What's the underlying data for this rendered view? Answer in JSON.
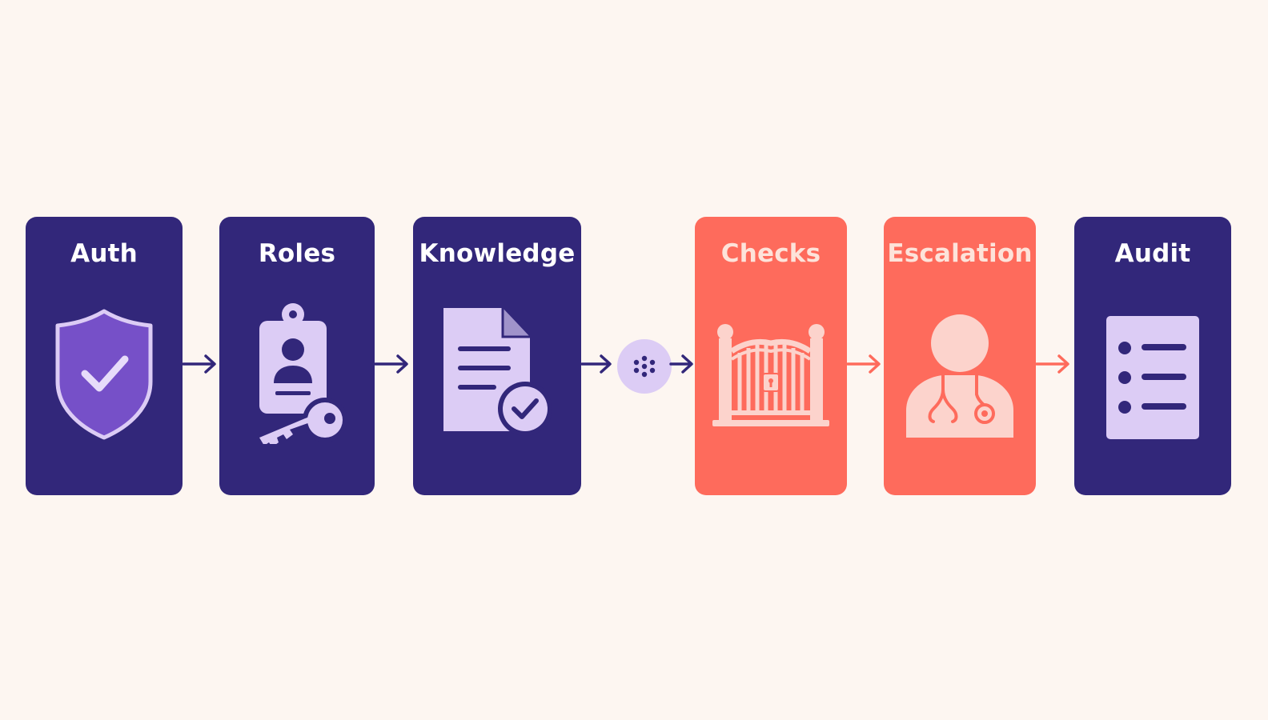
{
  "steps": [
    {
      "title": "Auth",
      "icon": "shield-check-icon",
      "theme": "dark"
    },
    {
      "title": "Roles",
      "icon": "id-badge-key-icon",
      "theme": "dark"
    },
    {
      "title": "Knowledge",
      "icon": "document-check-icon",
      "theme": "dark"
    },
    {
      "title": "Checks",
      "icon": "gate-icon",
      "theme": "coral"
    },
    {
      "title": "Escalation",
      "icon": "doctor-icon",
      "theme": "coral"
    },
    {
      "title": "Audit",
      "icon": "checklist-icon",
      "theme": "dark"
    }
  ],
  "hub": {
    "icon": "dots-cluster-icon"
  },
  "colors": {
    "background": "#fdf6f1",
    "dark_card": "#32277a",
    "coral_card": "#fe6b5c",
    "lavender": "#dcccf5",
    "shield_fill": "#7650c8",
    "coral_icon": "#fcd3cc"
  }
}
